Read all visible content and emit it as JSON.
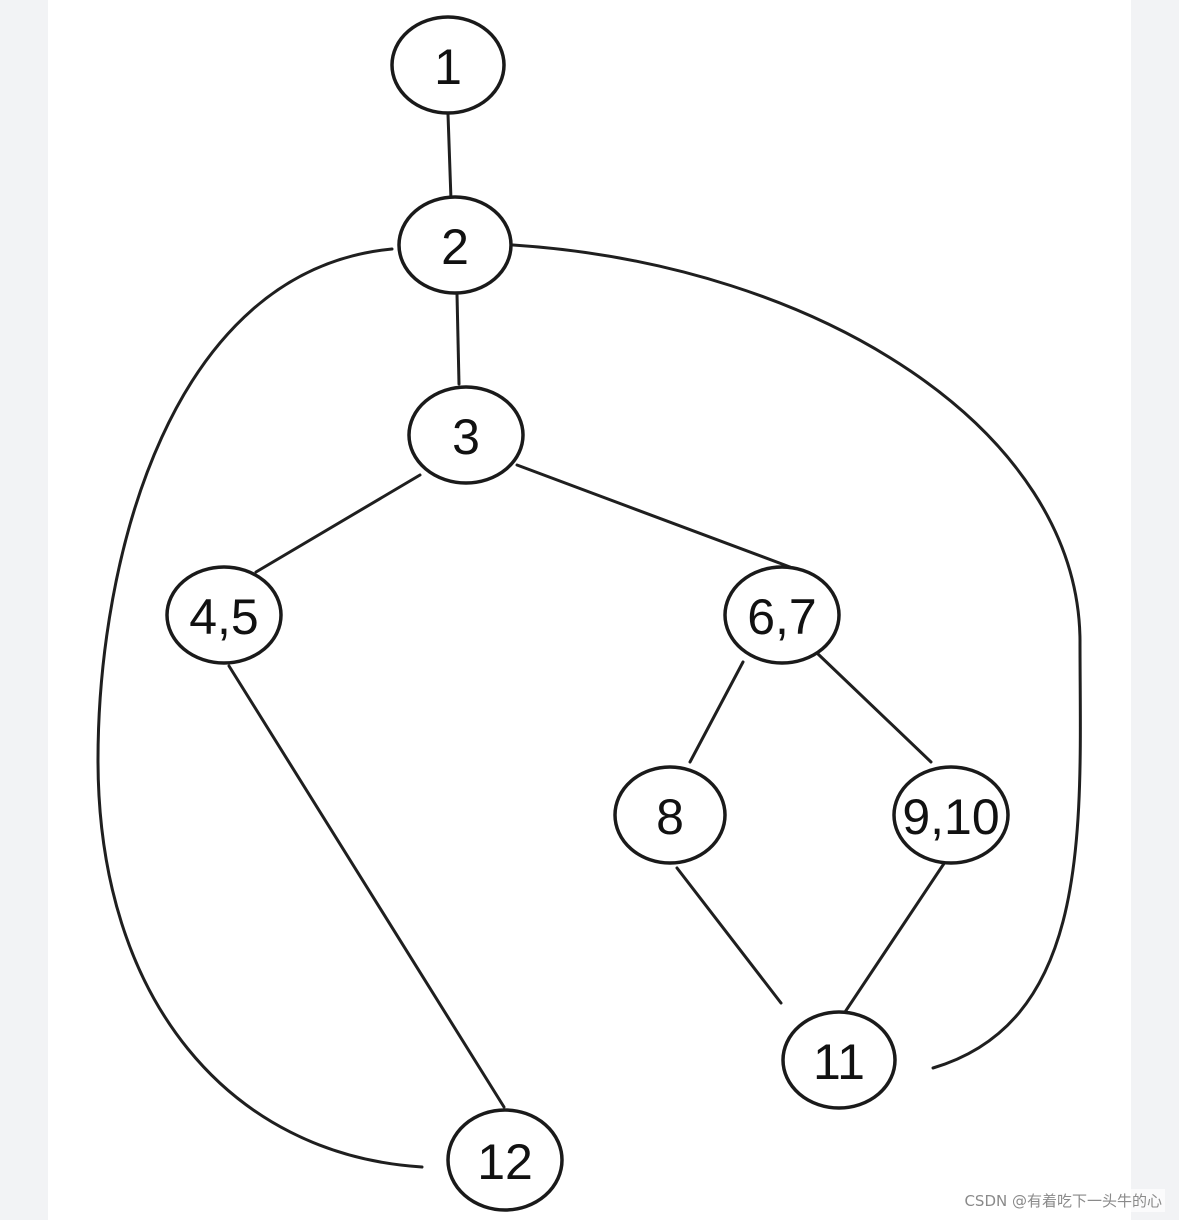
{
  "diagram": {
    "nodes": [
      {
        "id": "n1",
        "label": "1"
      },
      {
        "id": "n2",
        "label": "2"
      },
      {
        "id": "n3",
        "label": "3"
      },
      {
        "id": "n45",
        "label": "4,5"
      },
      {
        "id": "n67",
        "label": "6,7"
      },
      {
        "id": "n8",
        "label": "8"
      },
      {
        "id": "n910",
        "label": "9,10"
      },
      {
        "id": "n11",
        "label": "11"
      },
      {
        "id": "n12",
        "label": "12"
      }
    ],
    "edges": [
      {
        "from": "n1",
        "to": "n2"
      },
      {
        "from": "n2",
        "to": "n3"
      },
      {
        "from": "n3",
        "to": "n45"
      },
      {
        "from": "n3",
        "to": "n67"
      },
      {
        "from": "n67",
        "to": "n8"
      },
      {
        "from": "n67",
        "to": "n910"
      },
      {
        "from": "n8",
        "to": "n11"
      },
      {
        "from": "n910",
        "to": "n11"
      },
      {
        "from": "n45",
        "to": "n12"
      },
      {
        "from": "n2",
        "to": "n12"
      },
      {
        "from": "n2",
        "to": "n11"
      }
    ]
  },
  "watermark": "CSDN @有着吃下一头牛的心"
}
